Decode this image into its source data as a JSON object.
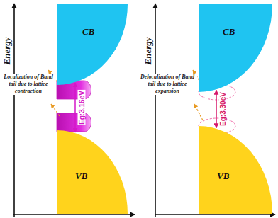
{
  "diagram": {
    "nodes": [
      {
        "text": [
          "CB"
        ]
      },
      {
        "text": [
          "VB"
        ]
      },
      {
        "text": [
          "CB"
        ]
      },
      {
        "text": [
          "VB"
        ]
      }
    ],
    "edges": [
      {
        "from": 0,
        "to": 1,
        "label": "Eg:3.16eV",
        "arrow": "both"
      },
      {
        "from": 2,
        "to": 3,
        "label": "Eg:3.30eV",
        "arrow": "both"
      }
    ],
    "labels": [
      "Energy",
      "Localization of Band tail due to lattice contraction",
      "Energy",
      "Delocalization of Band tail due to lattice expansion"
    ]
  }
}
